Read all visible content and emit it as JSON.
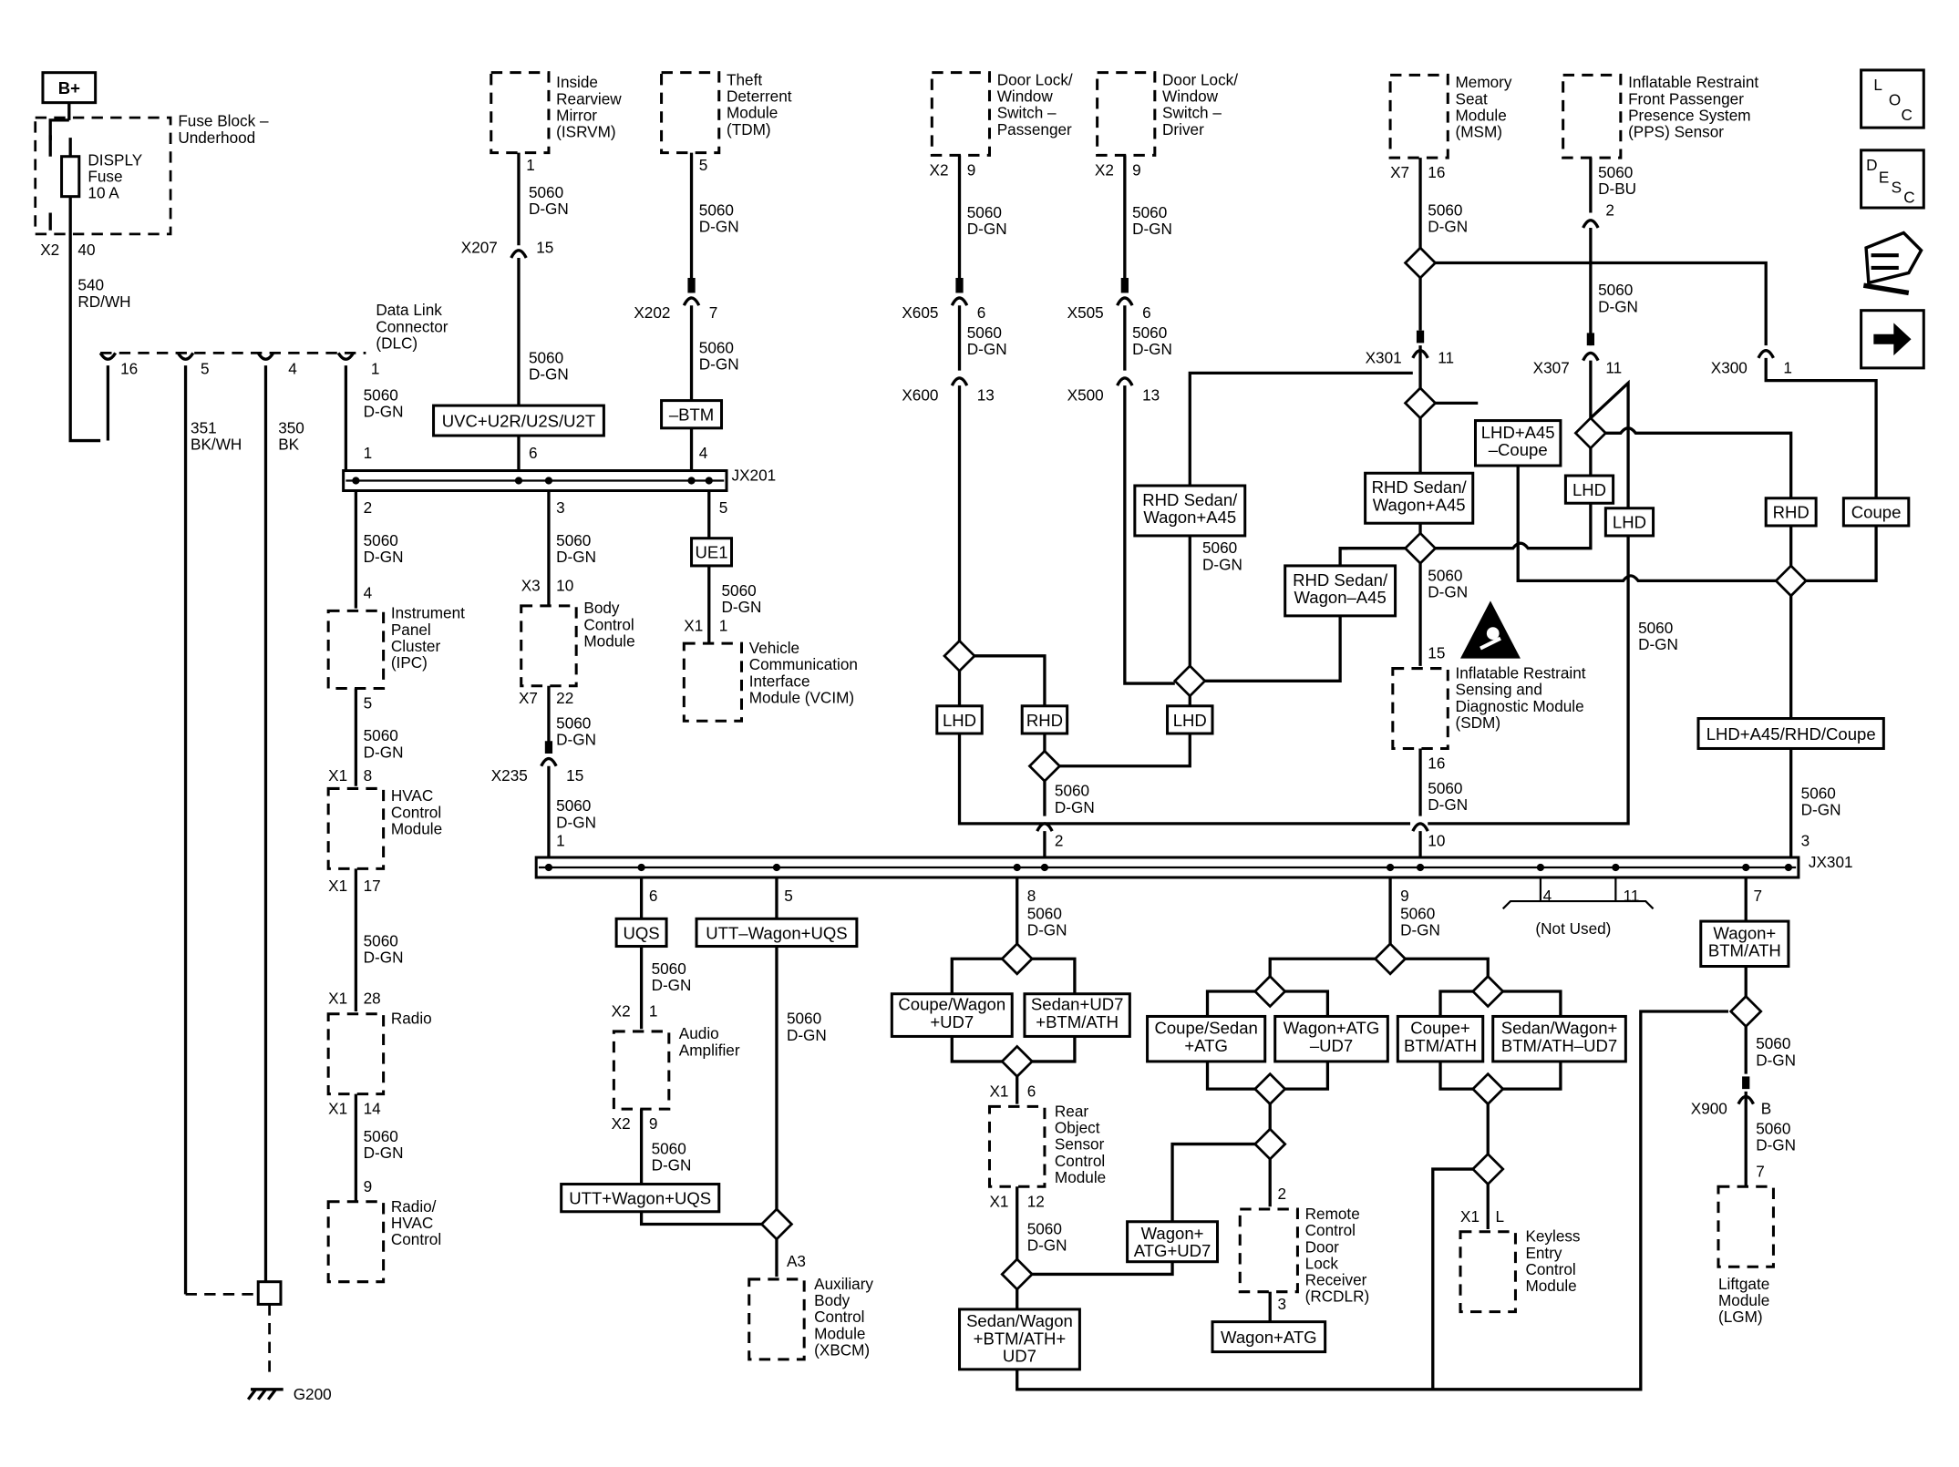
{
  "battery": "B+",
  "fuse_block": {
    "title": "Fuse Block –\nUnderhood",
    "fuse": "DISPLY\nFuse\n10 A",
    "conn": "X2",
    "pin": "40",
    "wire": "540\nRD/WH"
  },
  "dlc": {
    "title": "Data Link\nConnector\n(DLC)",
    "pins": [
      "16",
      "5",
      "4",
      "1"
    ],
    "wire_351": "351\nBK/WH",
    "wire_350": "350\nBK"
  },
  "ground": "G200",
  "wire": "5060\nD-GN",
  "wire_bu": "5060\nD-BU",
  "junctions": {
    "jx201": "JX201",
    "jx301": "JX301"
  },
  "jx201_pins": {
    "p1": "1",
    "p2": "2",
    "p3": "3",
    "p4": "4",
    "p5": "5",
    "p6": "6"
  },
  "jx301_pins": {
    "p1": "1",
    "p2": "2",
    "p3": "3",
    "p4": "4",
    "p5": "5",
    "p6": "6",
    "p7": "7",
    "p8": "8",
    "p9": "9",
    "p10": "10",
    "p11": "11"
  },
  "not_used": "(Not Used)",
  "modules": {
    "isrvm": "Inside\nRearview\nMirror\n(ISRVM)",
    "tdm": "Theft\nDeterrent\nModule\n(TDM)",
    "dlw_pass": "Door Lock/\nWindow\nSwitch –\nPassenger",
    "dlw_drv": "Door Lock/\nWindow\nSwitch –\nDriver",
    "msm": "Memory\nSeat\nModule\n(MSM)",
    "pps": "Inflatable Restraint\nFront Passenger\nPresence System\n(PPS) Sensor",
    "ipc": "Instrument\nPanel\nCluster\n(IPC)",
    "bcm": "Body\nControl\nModule",
    "vcim": "Vehicle\nCommunication\nInterface\nModule (VCIM)",
    "hvac": "HVAC\nControl\nModule",
    "radio": "Radio",
    "radio_hvac": "Radio/\nHVAC\nControl",
    "sdm": "Inflatable Restraint\nSensing and\nDiagnostic Module\n(SDM)",
    "amp": "Audio\nAmplifier",
    "xbcm": "Auxiliary\nBody\nControl\nModule\n(XBCM)",
    "rosm": "Rear\nObject\nSensor\nControl\nModule",
    "rcdlr": "Remote\nControl\nDoor\nLock\nReceiver\n(RCDLR)",
    "kecm": "Keyless\nEntry\nControl\nModule",
    "lgm": "Liftgate\nModule\n(LGM)"
  },
  "options": {
    "uvc": "UVC+U2R/U2S/U2T",
    "btm": "–BTM",
    "ue1": "UE1",
    "rhd_sedan": "RHD Sedan/\nWagon+A45",
    "rhd_sedan2": "RHD Sedan/\nWagon+A45",
    "rhd_sedan_minus": "RHD Sedan/\nWagon–A45",
    "lhd_a45_coupe": "LHD+A45\n–Coupe",
    "lhd": "LHD",
    "rhd": "RHD",
    "coupe": "Coupe",
    "lhd_a45_rhd_coupe": "LHD+A45/RHD/Coupe",
    "uqs": "UQS",
    "utt_wagon_uqs_minus": "UTT–Wagon+UQS",
    "utt_wagon_uqs": "UTT+Wagon+UQS",
    "coupe_wagon_ud7": "Coupe/Wagon\n+UD7",
    "sedan_ud7": "Sedan+UD7\n+BTM/ATH",
    "coupe_sedan_atg": "Coupe/Sedan\n+ATG",
    "wagon_atg_ud7": "Wagon+ATG\n–UD7",
    "coupe_btm": "Coupe+\nBTM/ATH",
    "sedan_wagon_btm": "Sedan/Wagon+\nBTM/ATH–UD7",
    "wagon_btm": "Wagon+\nBTM/ATH",
    "wagon_atg_ud7_plus": "Wagon+\nATG+UD7",
    "sedan_wagon_btm_ud7": "Sedan/Wagon\n+BTM/ATH+\nUD7",
    "wagon_atg": "Wagon+ATG"
  },
  "connectors": {
    "x207": "X207",
    "x202": "X202",
    "x605": "X605",
    "x600": "X600",
    "x505": "X505",
    "x500": "X500",
    "x301": "X301",
    "x307": "X307",
    "x300": "X300",
    "x235": "X235",
    "x900": "X900",
    "x1": "X1",
    "x2": "X2",
    "x3": "X3",
    "x7": "X7"
  },
  "pins": {
    "p1": "1",
    "p2": "2",
    "p3": "3",
    "p4": "4",
    "p5": "5",
    "p6": "6",
    "p7": "7",
    "p8": "8",
    "p9": "9",
    "p10": "10",
    "p11": "11",
    "p12": "12",
    "p13": "13",
    "p14": "14",
    "p15": "15",
    "p16": "16",
    "p17": "17",
    "p22": "22",
    "p28": "28",
    "a3": "A3",
    "b": "B",
    "l": "L"
  },
  "nav_icons": [
    "loc-icon",
    "desc-icon",
    "connector-icon",
    "arrow-right-icon"
  ],
  "nav_text": {
    "l": "L",
    "o": "O",
    "c": "C",
    "d": "D",
    "e": "E",
    "s": "S",
    "c2": "C"
  }
}
